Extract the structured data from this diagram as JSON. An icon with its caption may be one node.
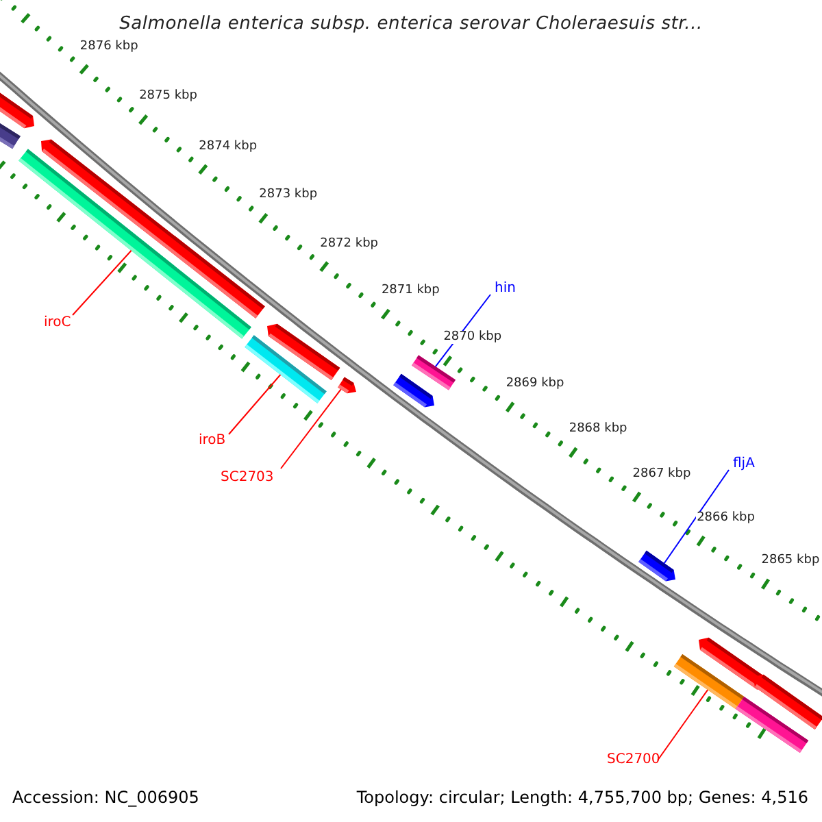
{
  "diagram": {
    "title": "Salmonella enterica subsp. enterica serovar Choleraesuis str...",
    "nodes": [
      {
        "text": [],
        "shape": "bar"
      },
      {
        "text": [],
        "shape": "bar"
      },
      {
        "text": [],
        "shape": "bar"
      },
      {
        "text": [],
        "shape": "bar"
      },
      {
        "text": [],
        "shape": "bar"
      },
      {
        "text": [],
        "shape": "bar"
      },
      {
        "text": [],
        "shape": "bar"
      },
      {
        "text": [],
        "shape": "bar"
      },
      {
        "text": [],
        "shape": "bar"
      },
      {
        "text": [],
        "shape": "bar"
      },
      {
        "text": [],
        "shape": "bar"
      },
      {
        "text": [],
        "shape": "bar"
      },
      {
        "text": [],
        "shape": "bar"
      },
      {
        "text": [],
        "shape": "bar"
      },
      {
        "text": [
          "iroC"
        ]
      },
      {
        "text": [
          "iroB"
        ]
      },
      {
        "text": [
          "SC2703"
        ]
      },
      {
        "text": [
          "hin"
        ]
      },
      {
        "text": [
          "fljA"
        ]
      },
      {
        "text": [
          "SC2700"
        ]
      }
    ],
    "edges": [
      {
        "from": 14,
        "to": 3,
        "arrow": "none"
      },
      {
        "from": 15,
        "to": 5,
        "arrow": "none"
      },
      {
        "from": 16,
        "to": 6,
        "arrow": "none"
      },
      {
        "from": 17,
        "to": 7,
        "arrow": "none",
        "color": "#0000ff"
      },
      {
        "from": 18,
        "to": 9,
        "arrow": "none",
        "color": "#0000ff"
      },
      {
        "from": 19,
        "to": 12,
        "arrow": "none"
      }
    ],
    "labels": [
      "2876 kbp",
      "2875 kbp",
      "2874 kbp",
      "2873 kbp",
      "2872 kbp",
      "2871 kbp",
      "2870 kbp",
      "2869 kbp",
      "2868 kbp",
      "2867 kbp",
      "2866 kbp",
      "2865 kbp",
      "Accession: NC_006905",
      "Topology: circular; Length: 4,755,700 bp; Genes: 4,516"
    ]
  }
}
